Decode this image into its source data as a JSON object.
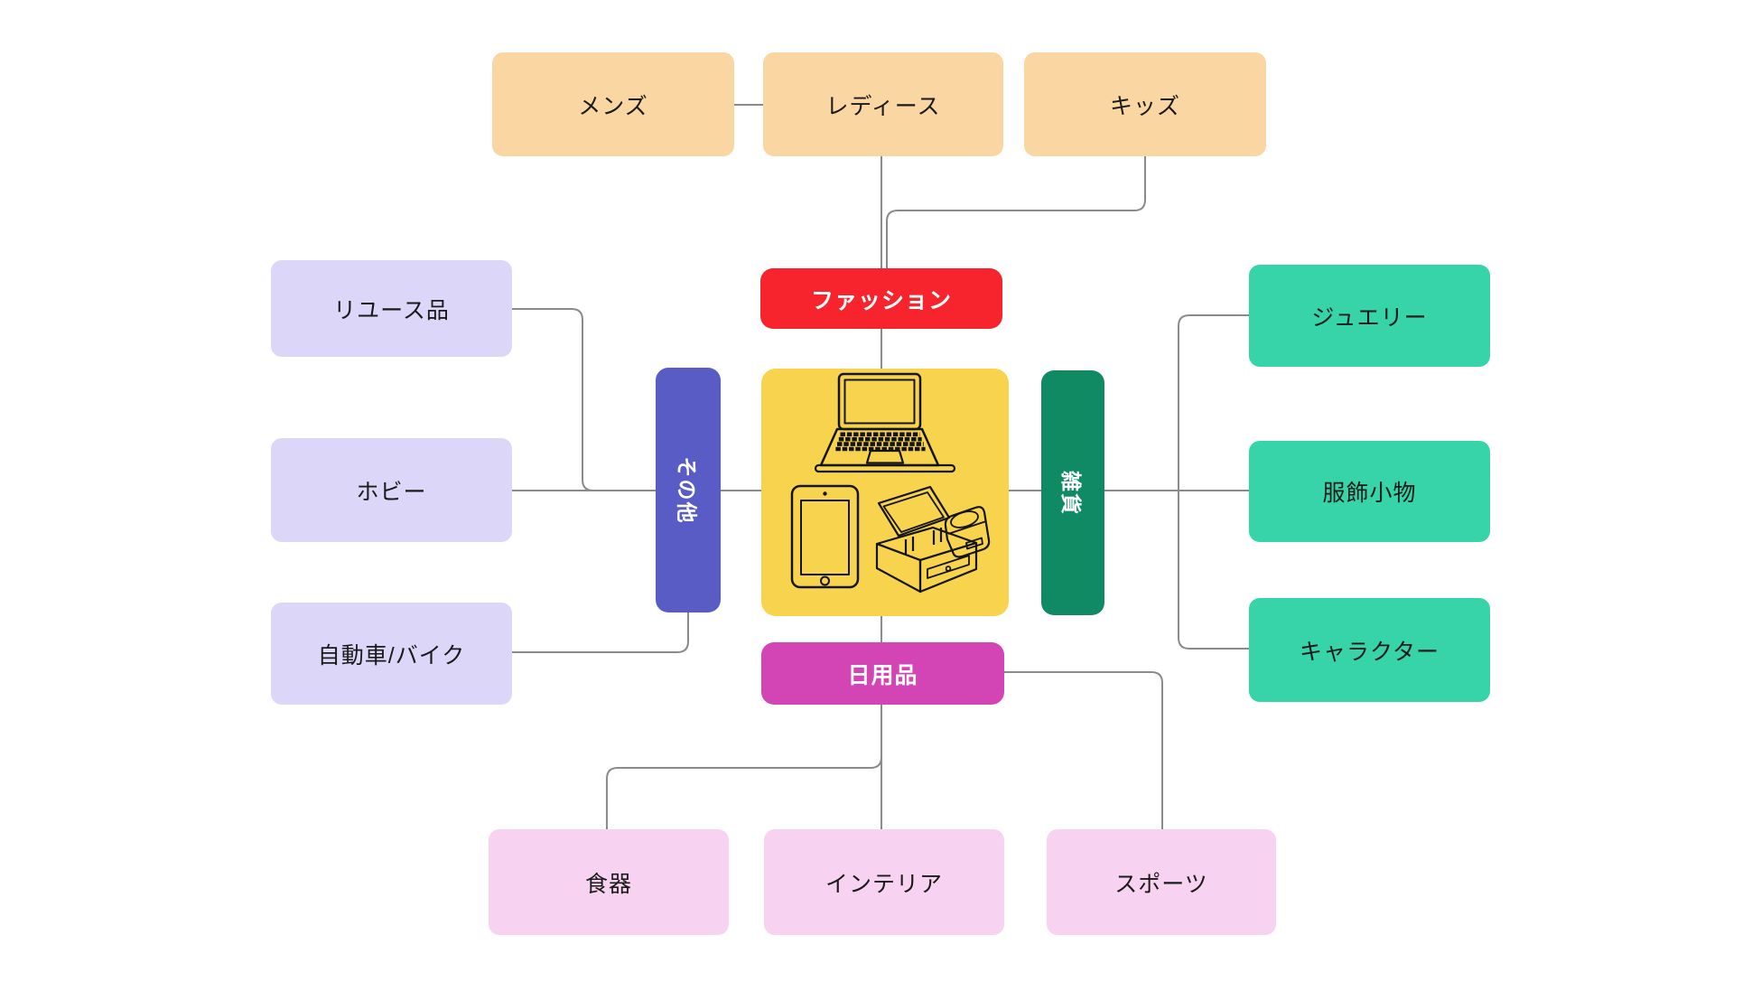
{
  "canvas": {
    "background": "#ffffff"
  },
  "nodes": {
    "mens": {
      "label": "メンズ"
    },
    "ladies": {
      "label": "レディース"
    },
    "kids": {
      "label": "キッズ"
    },
    "fashion": {
      "label": "ファッション"
    },
    "reuse": {
      "label": "リユース品"
    },
    "hobby": {
      "label": "ホビー"
    },
    "car_bike": {
      "label": "自動車/バイク"
    },
    "sonota": {
      "label": "その他"
    },
    "zakka": {
      "label": "雑貨"
    },
    "jewelry": {
      "label": "ジュエリー"
    },
    "accessories": {
      "label": "服飾小物"
    },
    "character": {
      "label": "キャラクター"
    },
    "daily": {
      "label": "日用品"
    },
    "tableware": {
      "label": "食器"
    },
    "interior": {
      "label": "インテリア"
    },
    "sports": {
      "label": "スポーツ"
    }
  },
  "center_icons": [
    "laptop-icon",
    "tablet-icon",
    "pos-register-icon"
  ],
  "edges": [
    {
      "from": "mens",
      "to": "ladies"
    },
    {
      "from": "ladies",
      "to": "fashion"
    },
    {
      "from": "kids",
      "to": "fashion"
    },
    {
      "from": "fashion",
      "to": "center"
    },
    {
      "from": "reuse",
      "to": "sonota"
    },
    {
      "from": "hobby",
      "to": "sonota"
    },
    {
      "from": "sonota",
      "to": "car_bike"
    },
    {
      "from": "sonota",
      "to": "center"
    },
    {
      "from": "center",
      "to": "zakka"
    },
    {
      "from": "zakka",
      "to": "jewelry"
    },
    {
      "from": "zakka",
      "to": "accessories"
    },
    {
      "from": "zakka",
      "to": "character"
    },
    {
      "from": "center",
      "to": "daily"
    },
    {
      "from": "daily",
      "to": "tableware"
    },
    {
      "from": "daily",
      "to": "interior"
    },
    {
      "from": "daily",
      "to": "sports"
    }
  ],
  "colors": {
    "peach": "#fad7a2",
    "lavender": "#dcd6f8",
    "teal": "#36d4a8",
    "pink": "#f8d3f1",
    "red": "#f7242e",
    "magenta": "#d344b4",
    "indigo": "#5a5cc6",
    "green": "#0f8a63",
    "yellow": "#f8d44e",
    "connector_gray": "#8a8a8a",
    "text_dark": "#1a1a1a",
    "text_light": "#ffffff"
  }
}
